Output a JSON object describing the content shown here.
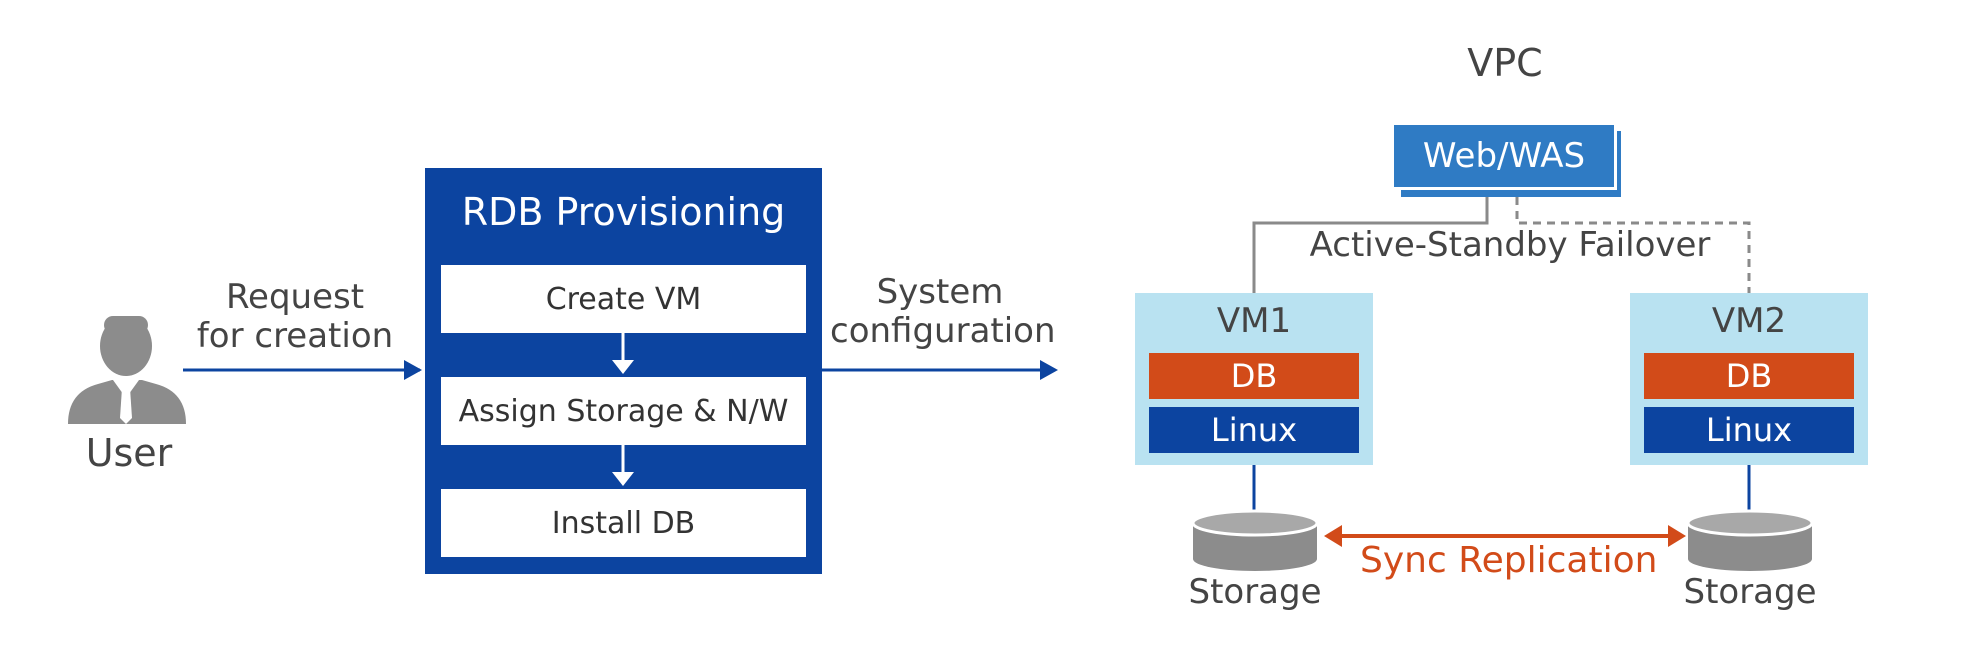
{
  "user": {
    "label": "User"
  },
  "arrows": {
    "request_line1": "Request",
    "request_line2": "for creation",
    "config_line1": "System",
    "config_line2": "configuration"
  },
  "provisioning": {
    "title": "RDB Provisioning",
    "steps": [
      "Create VM",
      "Assign Storage & N/W",
      "Install DB"
    ]
  },
  "vpc": {
    "title": "VPC",
    "web": "Web/WAS",
    "failover": "Active-Standby Failover",
    "vms": [
      {
        "name": "VM1",
        "db": "DB",
        "os": "Linux",
        "storage": "Storage"
      },
      {
        "name": "VM2",
        "db": "DB",
        "os": "Linux",
        "storage": "Storage"
      }
    ],
    "replication": "Sync Replication"
  },
  "colors": {
    "navy": "#0c44a0",
    "web_blue": "#2f7bc4",
    "db_orange": "#d24b19",
    "vm_lightblue": "#b9e2f1",
    "gray": "#8a8a8a"
  }
}
